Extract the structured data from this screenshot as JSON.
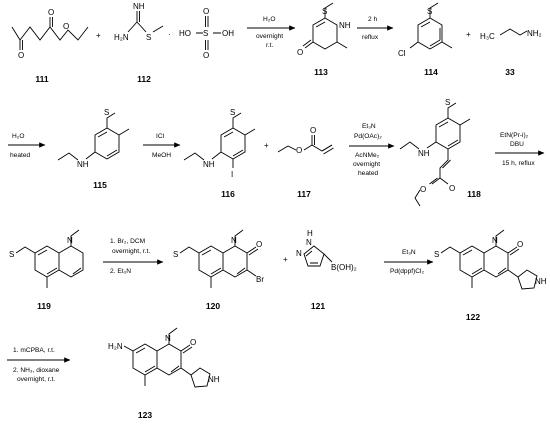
{
  "compounds": {
    "c111": "111",
    "c112": "112",
    "c113": "113",
    "c114": "114",
    "c33": "33",
    "c115": "115",
    "c116": "116",
    "c117": "117",
    "c118": "118",
    "c119": "119",
    "c120": "120",
    "c121": "121",
    "c122": "122",
    "c123": "123"
  },
  "atoms": {
    "O": "O",
    "OH": "OH",
    "HO": "HO",
    "NH": "NH",
    "N": "N",
    "S": "S",
    "Cl": "Cl",
    "I": "I",
    "Br": "Br",
    "H2N": "H₂N",
    "NH2": "NH₂",
    "H3C": "H₃C",
    "H": "H",
    "BOH2": "B(OH)₂",
    "plus": "+",
    "dot": "·"
  },
  "steps": {
    "s1_above": "H₂O",
    "s1_below_1": "overnight",
    "s1_below_2": "r.t.",
    "s2_above": "2 h",
    "s2_below": "reflux",
    "s3_above": "H₂O",
    "s3_below": "heated",
    "s4_above": "ICl",
    "s4_below": "MeOH",
    "s5_above_1": "Et₃N",
    "s5_above_2": "Pd(OAc)₂",
    "s5_below_1": "AcNMe₂",
    "s5_below_2": "overnight",
    "s5_below_3": "heated",
    "s6_above_1": "EtN(Pr-i)₂",
    "s6_above_2": "DBU",
    "s6_below": "15 h, reflux",
    "s7_1": "1. Br₂, DCM",
    "s7_2": "overnight, r.t.",
    "s7_3": "2. Et₃N",
    "s8_above": "Et₃N",
    "s8_below": "Pd(dppf)Cl₂",
    "s9_1": "1. mCPBA, r.t.",
    "s9_2": "2. NH₃, dioxane",
    "s9_3": "overnight, r.t."
  }
}
